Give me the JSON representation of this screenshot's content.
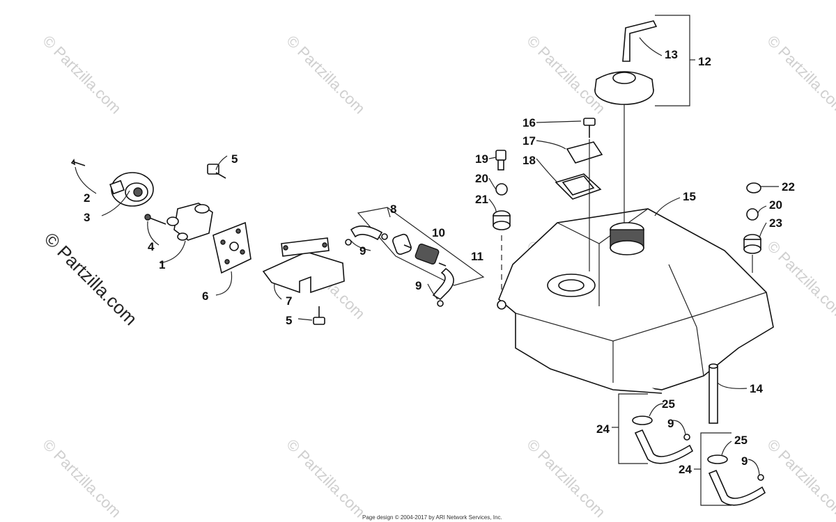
{
  "watermark": {
    "text": "© Partzilla.com",
    "big_text": "© Partzilla.com"
  },
  "footer": "Page design © 2004-2017 by ARI Network Services, Inc.",
  "callouts": {
    "c1": "1",
    "c2": "2",
    "c3": "3",
    "c4": "4",
    "c5a": "5",
    "c5b": "5",
    "c6": "6",
    "c7": "7",
    "c8": "8",
    "c9a": "9",
    "c9b": "9",
    "c9c": "9",
    "c9d": "9",
    "c10": "10",
    "c11": "11",
    "c12": "12",
    "c13": "13",
    "c14": "14",
    "c15": "15",
    "c16": "16",
    "c17": "17",
    "c18": "18",
    "c19": "19",
    "c20a": "20",
    "c20b": "20",
    "c21": "21",
    "c22": "22",
    "c23": "23",
    "c24a": "24",
    "c24b": "24",
    "c25a": "25",
    "c25b": "25"
  }
}
